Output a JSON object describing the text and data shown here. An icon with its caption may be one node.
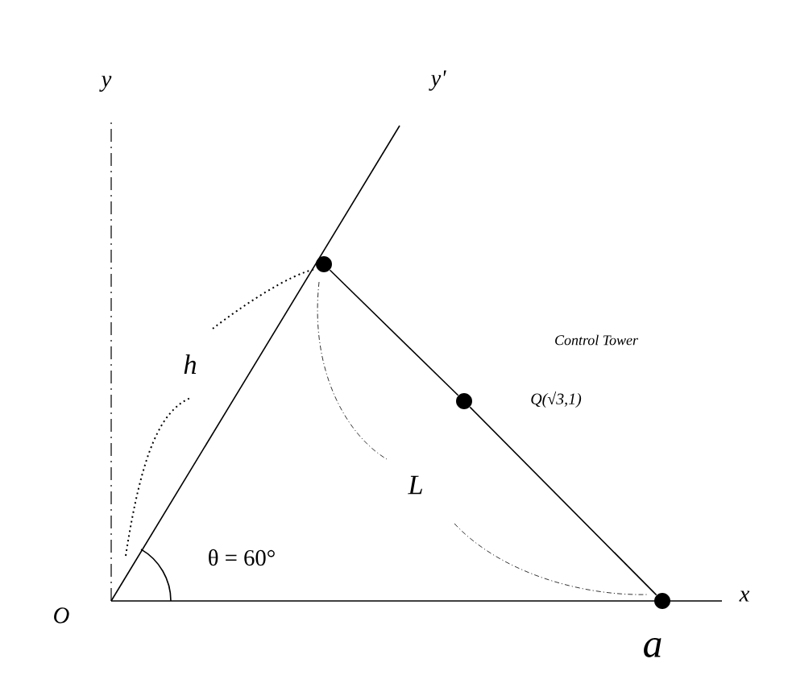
{
  "diagram": {
    "nodes": [
      {
        "text": [],
        "shape": "circle"
      },
      {
        "text": [],
        "shape": "circle",
        "beside": [
          "Control Tower",
          "Q(√3,1)"
        ]
      },
      {
        "text": [],
        "shape": "circle",
        "beside": [
          "a"
        ]
      }
    ],
    "edges": [
      {
        "from": 0,
        "to": 1,
        "arrow": "none"
      },
      {
        "from": 1,
        "to": 2,
        "arrow": "none"
      }
    ],
    "labels": [
      "y",
      "y'",
      "h",
      "L",
      "θ = 60°",
      "O",
      "x"
    ]
  }
}
